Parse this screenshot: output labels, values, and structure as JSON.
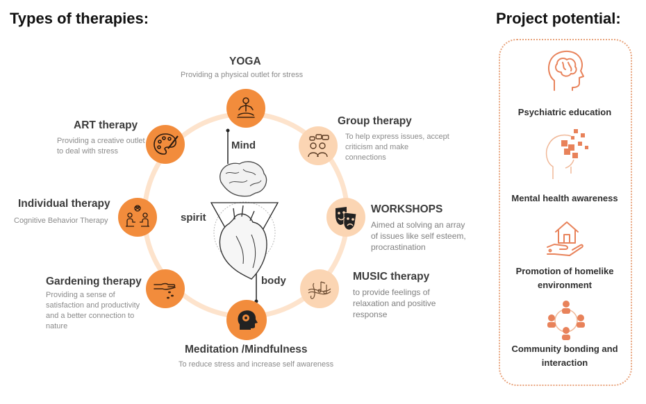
{
  "header": {
    "main_title": "Types of therapies:",
    "side_title": "Project potential:"
  },
  "center": {
    "mind": "Mind",
    "spirit": "spirit",
    "body": "body"
  },
  "therapies": {
    "yoga": {
      "title": "YOGA",
      "desc": "Providing a physical outlet for stress"
    },
    "group": {
      "title": "Group therapy",
      "desc": "To help express issues, accept criticism and make connections"
    },
    "workshops": {
      "title": "WORKSHOPS",
      "desc": "Aimed at solving an array of issues like self esteem, procrastination"
    },
    "music": {
      "title": "MUSIC therapy",
      "desc": "to provide feelings of relaxation and positive response"
    },
    "meditation": {
      "title": "Meditation /Mindfulness",
      "desc": "To reduce stress and increase self awareness"
    },
    "gardening": {
      "title": "Gardening therapy",
      "desc": "Providing a sense of satisfaction and productivity and a better connection to nature"
    },
    "individual": {
      "title": "Individual therapy",
      "desc": "Cognitive Behavior Therapy"
    },
    "art": {
      "title": "ART therapy",
      "desc": "Providing a creative outlet to deal with stress"
    }
  },
  "potential": {
    "items": [
      {
        "label": "Psychiatric education",
        "icon": "brain-head-icon"
      },
      {
        "label": "Mental health awareness",
        "icon": "puzzle-head-icon"
      },
      {
        "label": "Promotion of homelike environment",
        "icon": "house-hand-icon"
      },
      {
        "label": "Community bonding and interaction",
        "icon": "community-circle-icon"
      }
    ]
  },
  "colors": {
    "accent": "#f28c3c",
    "accent_light": "#fbd5b3",
    "ring": "#fde3cc",
    "panel_border": "#e8a27a",
    "icon_stroke": "#e8825a"
  }
}
